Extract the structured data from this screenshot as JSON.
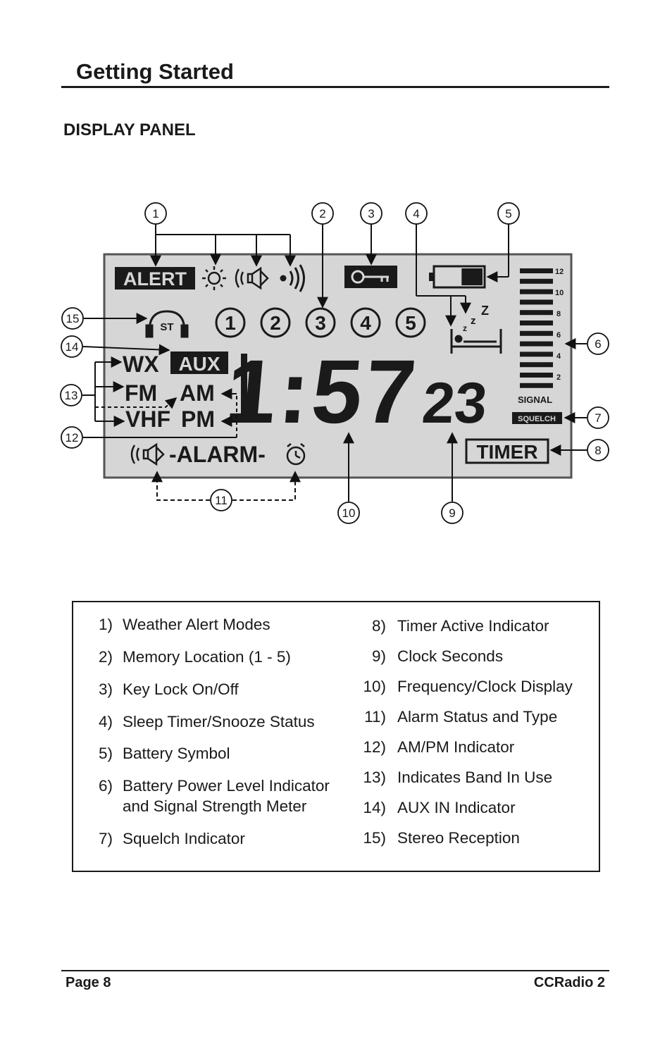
{
  "header": {
    "title": "Getting Started"
  },
  "section": {
    "heading": "DISPLAY PANEL"
  },
  "lcd": {
    "alert": "ALERT",
    "memory_slots": [
      "1",
      "2",
      "3",
      "4",
      "5"
    ],
    "stereo": "ST",
    "bands": {
      "wx": "WX",
      "aux": "AUX",
      "fm": "FM",
      "am": "AM",
      "vhf": "VHF",
      "pm": "PM"
    },
    "time_main": "1:57",
    "time_seconds": "23",
    "signal_scale": [
      "12",
      "10",
      "8",
      "6",
      "4",
      "2"
    ],
    "signal_label": "SIGNAL",
    "squelch_label": "SQUELCH",
    "timer_label": "TIMER",
    "alarm_label": "-ALARM-",
    "sleep_z": [
      "z",
      "z",
      "Z"
    ],
    "battery_level": 0.45
  },
  "callouts": [
    "1",
    "2",
    "3",
    "4",
    "5",
    "6",
    "7",
    "8",
    "9",
    "10",
    "11",
    "12",
    "13",
    "14",
    "15"
  ],
  "legend": {
    "left": [
      {
        "num": "1)",
        "text": "Weather Alert Modes"
      },
      {
        "num": "2)",
        "text": "Memory Location (1 - 5)"
      },
      {
        "num": "3)",
        "text": "Key Lock On/Off"
      },
      {
        "num": "4)",
        "text": "Sleep Timer/Snooze Status"
      },
      {
        "num": "5)",
        "text": "Battery Symbol"
      },
      {
        "num": "6)",
        "text": "Battery Power Level Indicator",
        "text2": "and Signal Strength Meter"
      },
      {
        "num": "7)",
        "text": "Squelch Indicator"
      }
    ],
    "right": [
      {
        "num": "8)",
        "text": "Timer Active Indicator"
      },
      {
        "num": "9)",
        "text": "Clock Seconds"
      },
      {
        "num": "10)",
        "text": "Frequency/Clock Display"
      },
      {
        "num": "11)",
        "text": "Alarm Status and Type"
      },
      {
        "num": "12)",
        "text": "AM/PM Indicator"
      },
      {
        "num": "13)",
        "text": "Indicates Band In Use"
      },
      {
        "num": "14)",
        "text": "AUX IN Indicator"
      },
      {
        "num": "15)",
        "text": "Stereo Reception"
      }
    ]
  },
  "footer": {
    "page": "Page 8",
    "product": "CCRadio 2"
  }
}
